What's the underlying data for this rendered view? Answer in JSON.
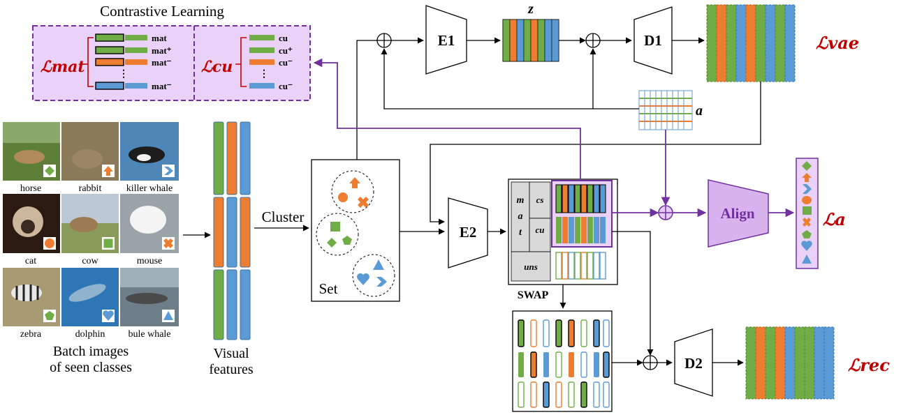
{
  "colors": {
    "green": "#70ad47",
    "orange": "#ed7d31",
    "blue": "#5b9bd5",
    "purple": "#7030a0",
    "light_purple": "#e6ccf5",
    "loss_red": "#c00000",
    "gray": "#d9d9d9"
  },
  "contrastive": {
    "title": "Contrastive Learning",
    "mat_loss": "ℒmat",
    "cu_loss": "ℒcu",
    "mat_labels": [
      "mat",
      "mat⁺",
      "mat⁻",
      "⋮",
      "mat⁻"
    ],
    "cu_labels": [
      "cu",
      "cu⁺",
      "cu⁻",
      "⋮",
      "cu⁻"
    ]
  },
  "images": {
    "labels": [
      "horse",
      "rabbit",
      "killer whale",
      "cat",
      "cow",
      "mouse",
      "zebra",
      "dolphin",
      "bule whale"
    ],
    "icons": [
      "diamond-icon",
      "arrow-up-icon",
      "chevron-right-icon",
      "circle-icon",
      "square-icon",
      "cross-icon",
      "pentagon-icon",
      "heart-icon",
      "triangle-icon"
    ],
    "caption_line1": "Batch images",
    "caption_line2": "of seen classes"
  },
  "features": {
    "caption_line1": "Visual",
    "caption_line2": "features"
  },
  "cluster_label": "Cluster",
  "set_label": "Set",
  "blocks": {
    "e1": "E1",
    "d1": "D1",
    "e2": "E2",
    "d2": "D2",
    "align": "Align",
    "z": "z",
    "a": "a",
    "swap": "SWAP",
    "mat": [
      "m",
      "a",
      "t"
    ],
    "cs": "cs",
    "cu": "cu",
    "uns": "uns"
  },
  "losses": {
    "vae": "ℒvae",
    "a": "ℒa",
    "rec": "ℒrec"
  }
}
